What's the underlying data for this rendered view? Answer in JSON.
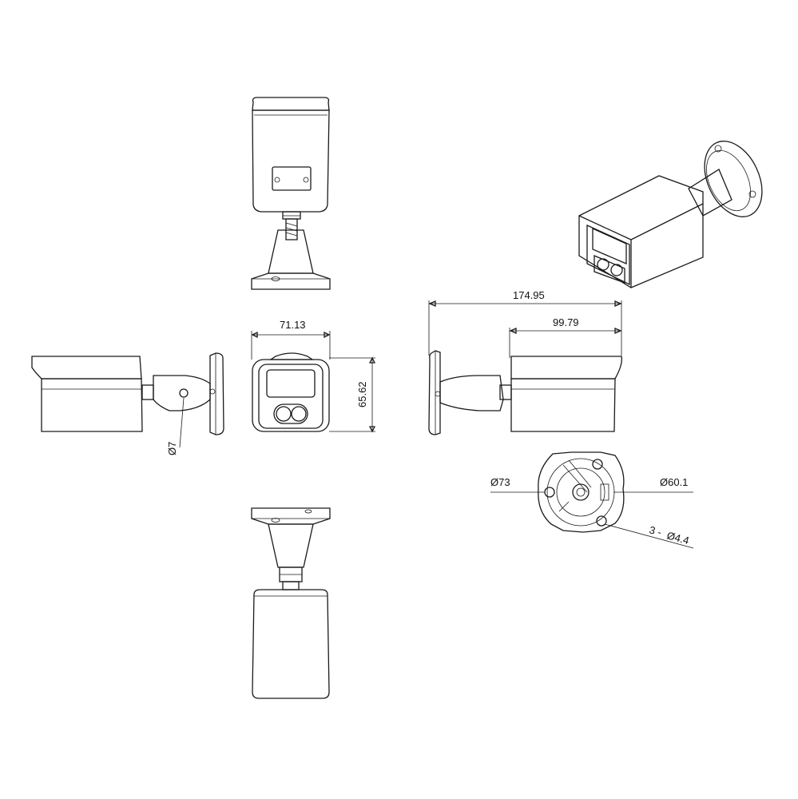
{
  "colors": {
    "line": "#1a1a1a",
    "background": "#ffffff"
  },
  "dimensions": {
    "front_width": "71.13",
    "front_height": "65.62",
    "overall_length": "174.95",
    "housing_length": "99.79",
    "bracket_hole": "Ø7",
    "base_outer": "Ø73",
    "base_bolt_circle": "Ø60.1",
    "mount_holes_count": "3 -",
    "mount_holes_size": "Ø4.4"
  }
}
